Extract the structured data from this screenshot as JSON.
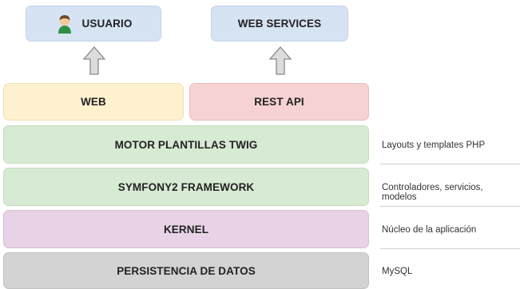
{
  "top": {
    "usuario": "USUARIO",
    "web_services": "WEB SERVICES"
  },
  "front": {
    "web": "WEB",
    "rest_api": "REST API"
  },
  "layers": [
    {
      "label": "MOTOR PLANTILLAS TWIG",
      "note": "Layouts y templates PHP"
    },
    {
      "label": "SYMFONY2 FRAMEWORK",
      "note": "Controladores, servicios, modelos"
    },
    {
      "label": "KERNEL",
      "note": "Núcleo de la aplicación"
    },
    {
      "label": "PERSISTENCIA DE DATOS",
      "note": "MySQL"
    }
  ],
  "icons": {
    "user": "user-icon",
    "arrow": "up-arrow-icon"
  }
}
